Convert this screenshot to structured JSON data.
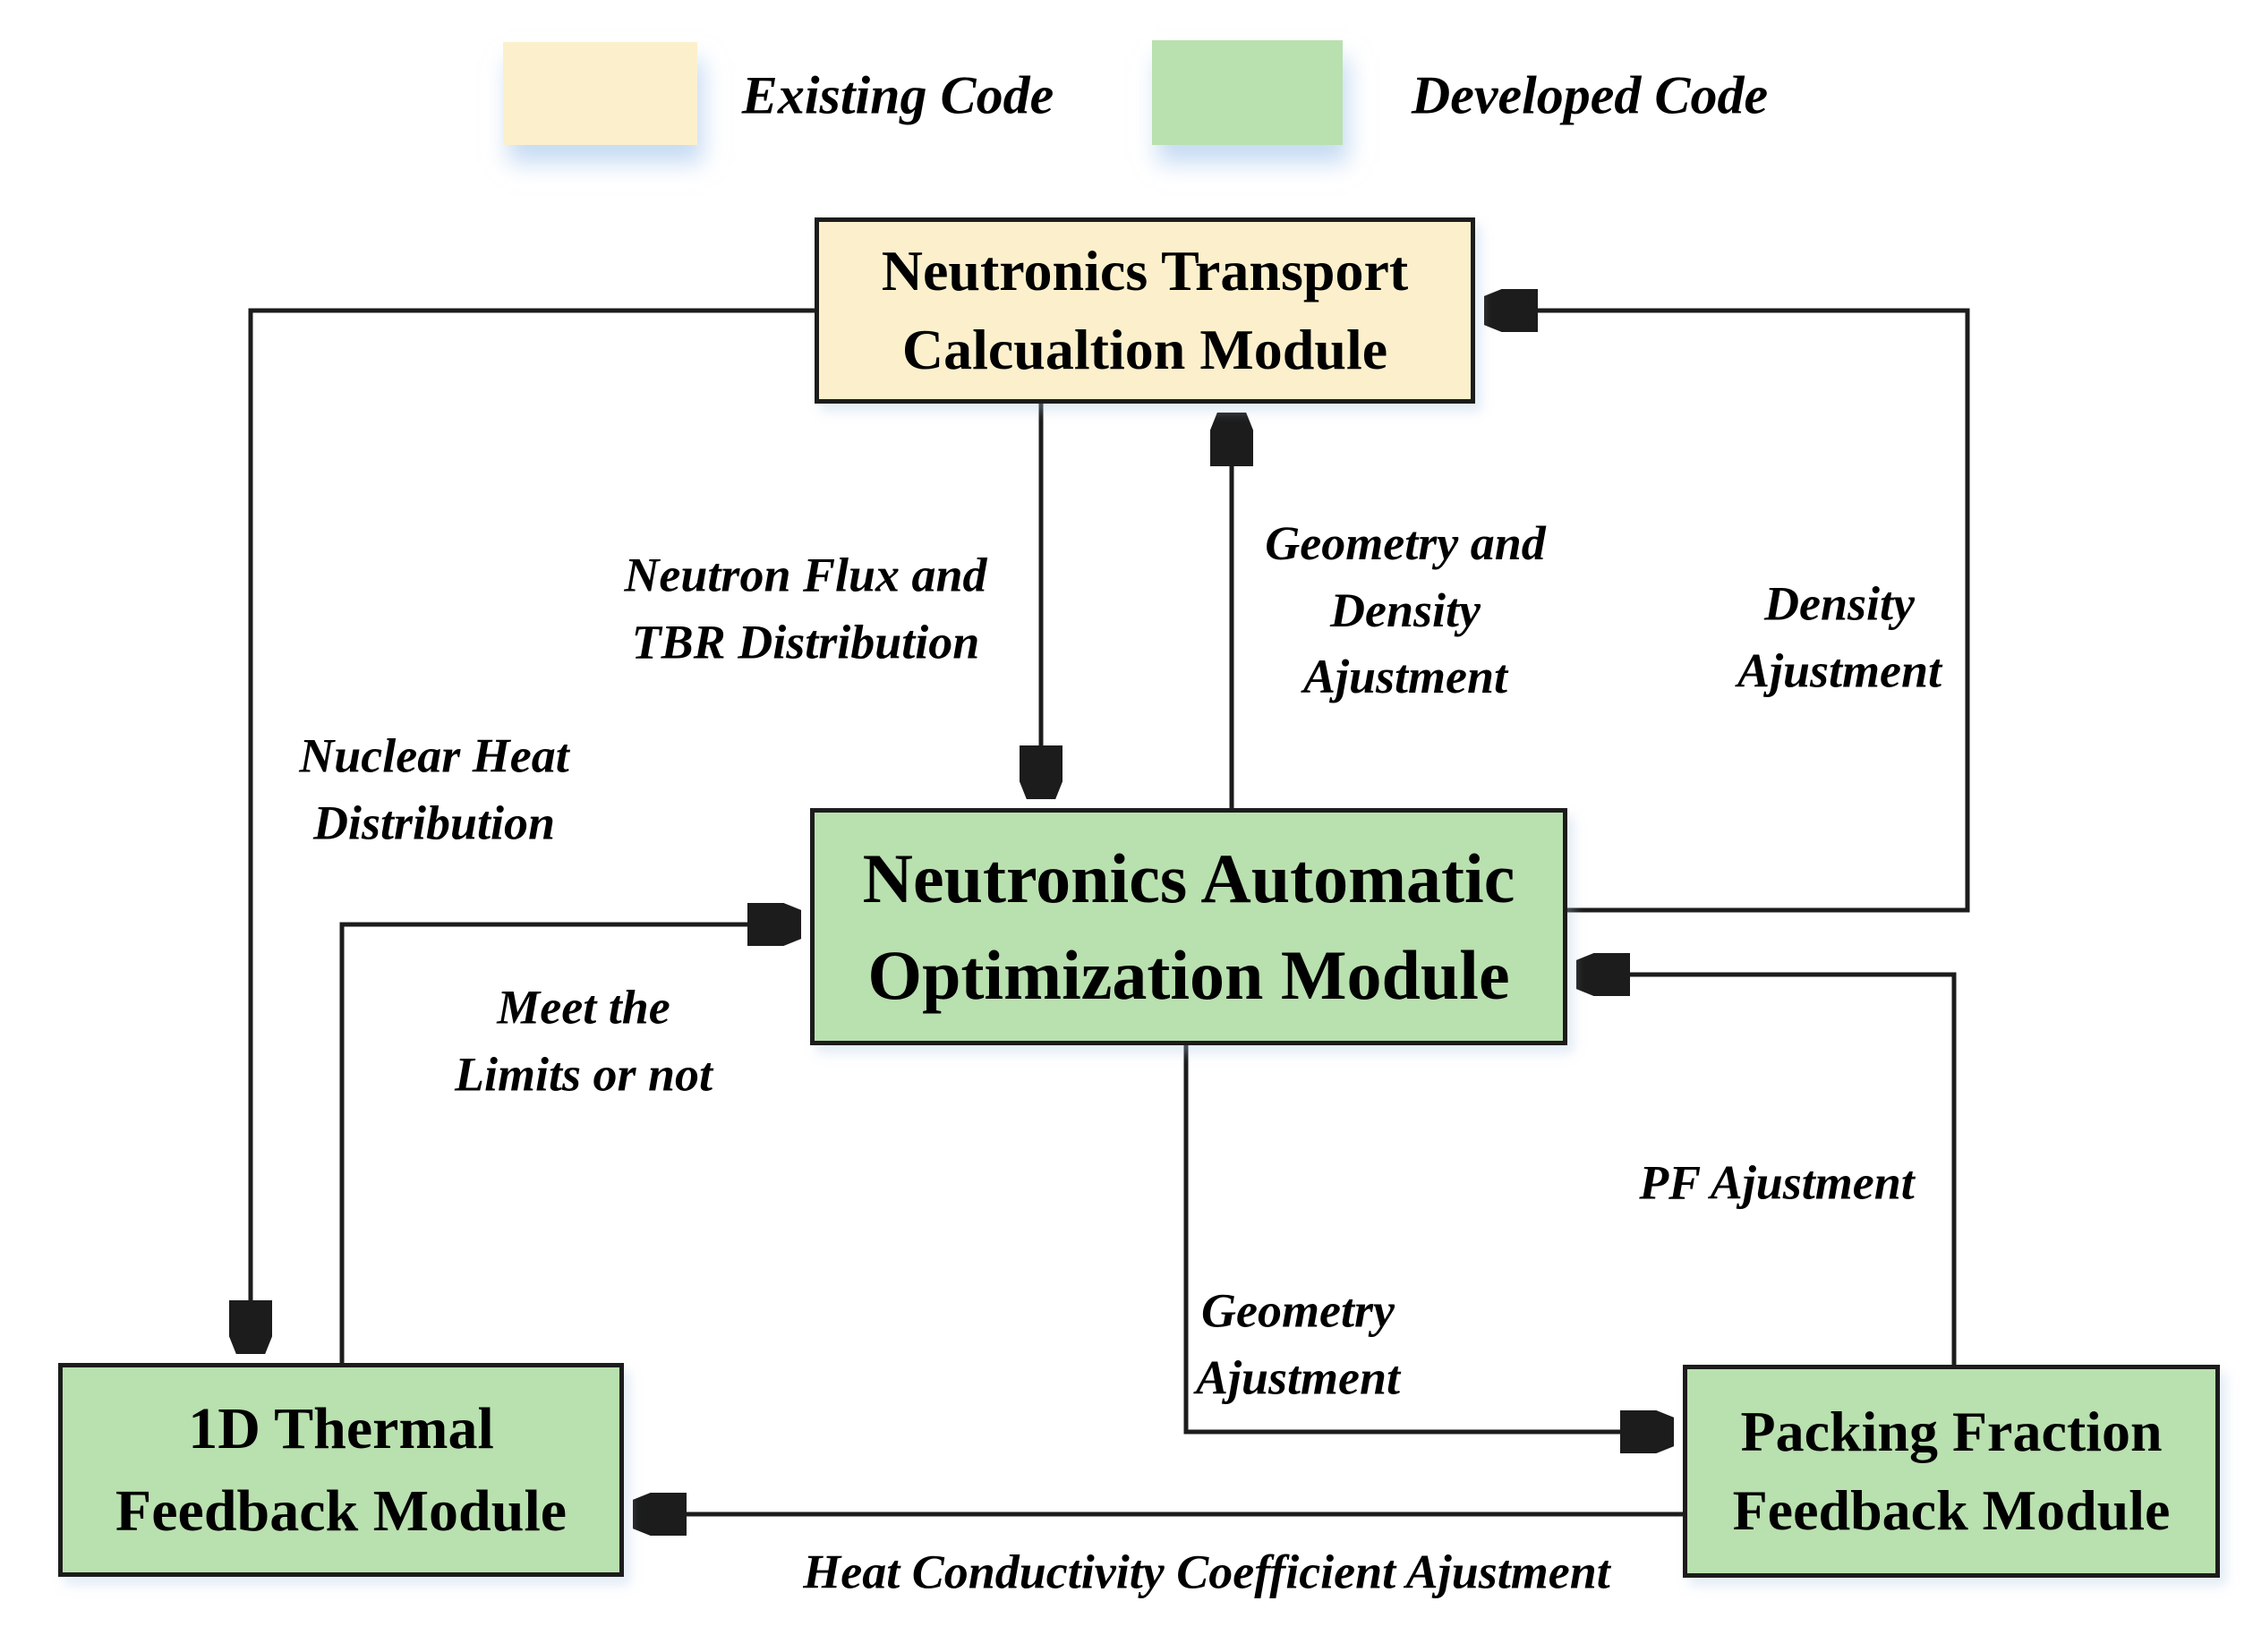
{
  "colors": {
    "existing_fill": "#fcf0cc",
    "developed_fill": "#b9e0af",
    "line": "#1c1c1c",
    "background": "#ffffff"
  },
  "legend": {
    "existing": {
      "label": "Existing Code",
      "color": "#fcf0cc"
    },
    "developed": {
      "label": "Developed Code",
      "color": "#b9e0af"
    }
  },
  "nodes": {
    "transport": {
      "label": "Neutronics Transport\nCalcualtion Module",
      "type": "existing"
    },
    "optimization": {
      "label": "Neutronics Automatic\nOptimization Module",
      "type": "developed"
    },
    "thermal": {
      "label": "1D Thermal\nFeedback Module",
      "type": "developed"
    },
    "packing": {
      "label": "Packing Fraction\nFeedback Module",
      "type": "developed"
    }
  },
  "edges": {
    "neutron_flux": {
      "label": "Neutron Flux and\nTBR Distribution",
      "from": "transport",
      "to": "optimization"
    },
    "geometry_density": {
      "label": "Geometry and\nDensity\nAjustment",
      "from": "optimization",
      "to": "transport"
    },
    "density": {
      "label": "Density\nAjustment",
      "from": "optimization",
      "to": "transport"
    },
    "nuclear_heat": {
      "label": "Nuclear Heat\nDistribution",
      "from": "transport",
      "to": "thermal"
    },
    "meet_limits": {
      "label": "Meet the\nLimits or not",
      "from": "thermal",
      "to": "optimization"
    },
    "pf": {
      "label": "PF Ajustment",
      "from": "packing",
      "to": "optimization"
    },
    "geometry": {
      "label": "Geometry\nAjustment",
      "from": "optimization",
      "to": "packing"
    },
    "heat_conductivity": {
      "label": "Heat Conductivity Coefficient Ajustment",
      "from": "packing",
      "to": "thermal"
    }
  }
}
